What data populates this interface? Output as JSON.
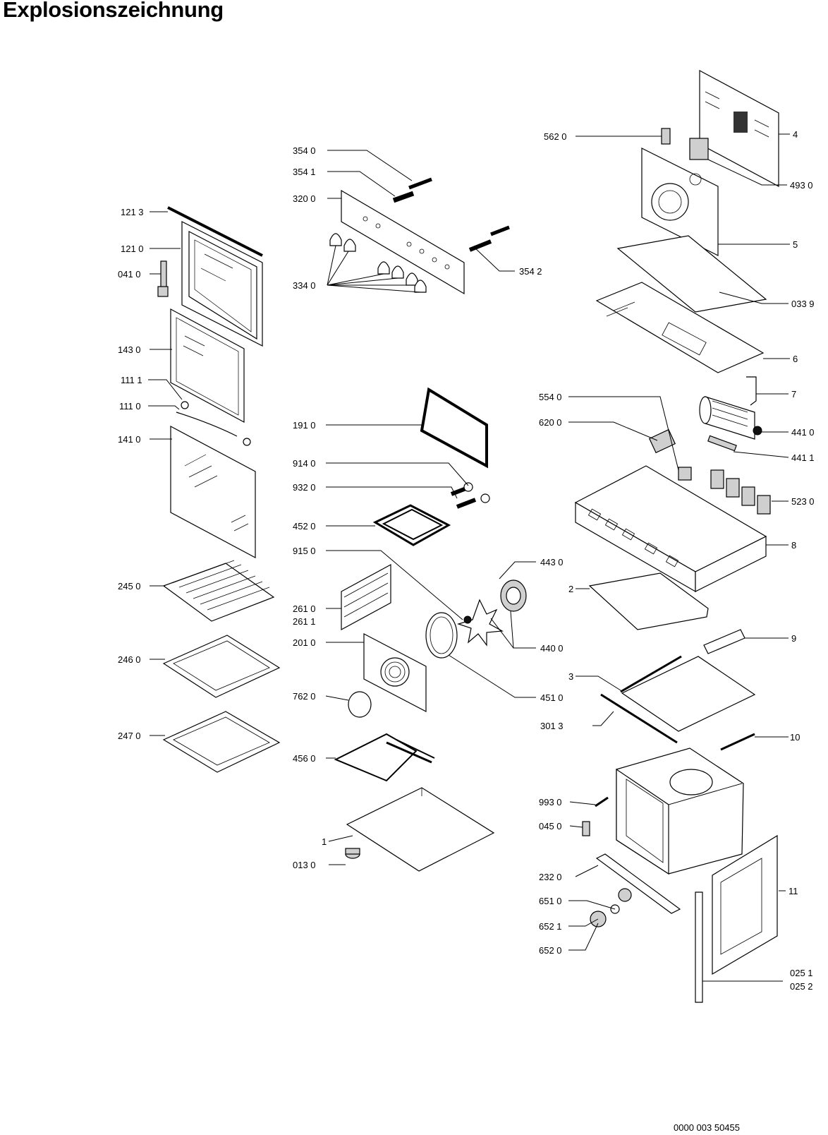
{
  "title": "Explosionszeichnung",
  "document_number": "0000 003 50455",
  "labels": {
    "l3540": "354 0",
    "l3541": "354 1",
    "l3200": "320 0",
    "l3340": "334 0",
    "l3542": "354 2",
    "l1213": "121 3",
    "l1210": "121 0",
    "l0410": "041 0",
    "l1430": "143 0",
    "l1111": "111 1",
    "l1110": "111 0",
    "l1410": "141 0",
    "l2450": "245 0",
    "l2460": "246 0",
    "l2470": "247 0",
    "l1910": "191 0",
    "l9140": "914 0",
    "l9320": "932 0",
    "l4520": "452 0",
    "l9150": "915 0",
    "l2610": "261 0",
    "l2611": "261 1",
    "l2010": "201 0",
    "l7620": "762 0",
    "l4560": "456 0",
    "l1": "1",
    "l0130": "013 0",
    "l4430": "443 0",
    "l4400": "440 0",
    "l4510": "451 0",
    "l5620": "562 0",
    "l4": "4",
    "l4930": "493 0",
    "l5": "5",
    "l0339": "033 9",
    "l6": "6",
    "l7": "7",
    "l5540": "554 0",
    "l6200": "620 0",
    "l4410": "441 0",
    "l4411": "441 1",
    "l5230": "523 0",
    "l8": "8",
    "l2": "2",
    "l9": "9",
    "l3": "3",
    "l3013": "301 3",
    "l10": "10",
    "l9930": "993 0",
    "l0450": "045 0",
    "l2320": "232 0",
    "l6510": "651 0",
    "l6521": "652 1",
    "l6520": "652 0",
    "l11": "11",
    "l0251": "025 1",
    "l0252": "025 2"
  }
}
